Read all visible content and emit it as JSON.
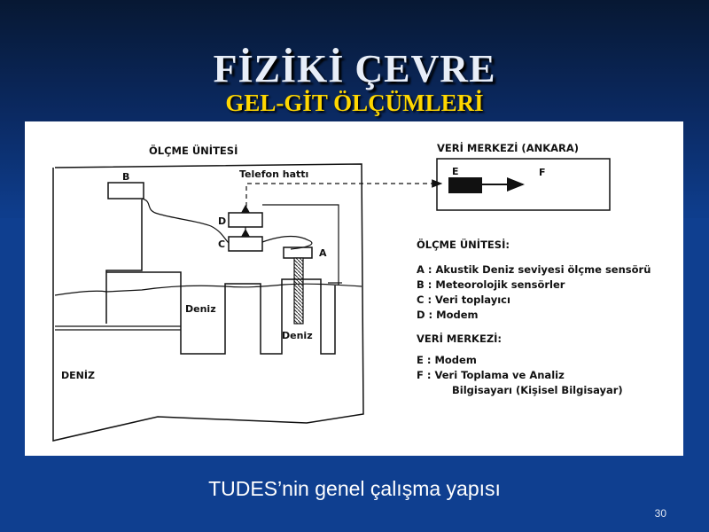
{
  "slide": {
    "title": "FİZİKİ ÇEVRE",
    "subtitle": "GEL-GİT ÖLÇÜMLERİ",
    "caption": "TUDES’nin genel çalışma yapısı",
    "page_number": "30"
  },
  "diagram": {
    "unit_heading": "ÖLÇME ÜNİTESİ",
    "phone_line_label": "Telefon hattı",
    "center_heading": "VERİ MERKEZİ (ANKARA)",
    "labels": {
      "a": "A",
      "b": "B",
      "c": "C",
      "d": "D",
      "e": "E",
      "f": "F",
      "deniz_left": "Deniz",
      "deniz_right": "Deniz",
      "deniz_big": "DENİZ"
    },
    "legend": {
      "unit_title": "ÖLÇME ÜNİTESİ:",
      "unit_items": [
        "A   :  Akustik Deniz seviyesi ölçme sensörü",
        "B   :  Meteorolojik sensörler",
        "C   :  Veri toplayıcı",
        "D   :  Modem"
      ],
      "center_title": "VERİ MERKEZİ:",
      "center_items": [
        "E    :  Modem",
        "F    :  Veri Toplama ve Analiz",
        "Bilgisayarı (Kişisel Bilgisayar)"
      ]
    }
  }
}
